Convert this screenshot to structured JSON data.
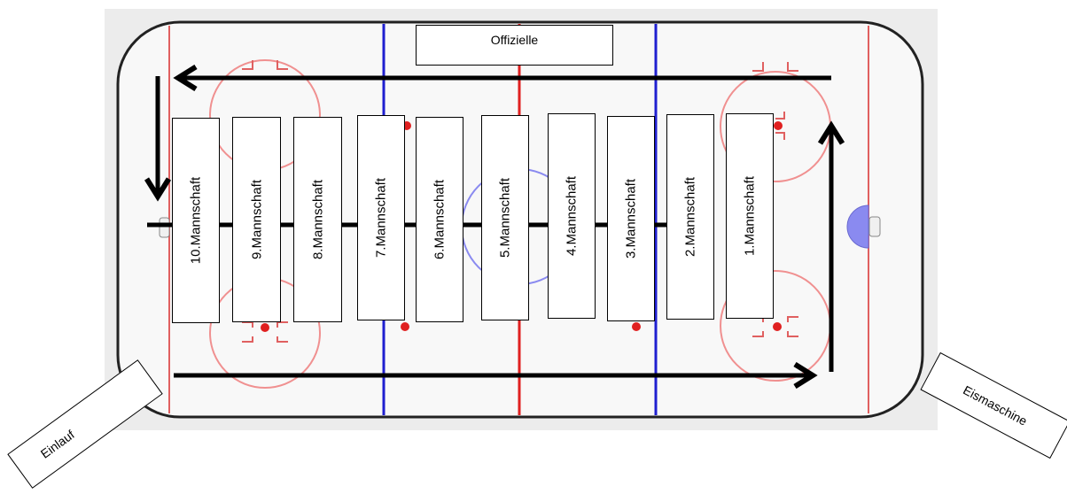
{
  "labels": {
    "officials": "Offizielle",
    "entrance": "Einlauf",
    "zamboni": "Eismaschine"
  },
  "teams": [
    "10.Mannschaft",
    "9.Mannschaft",
    "8.Mannschaft",
    "7.Mannschaft",
    "6.Mannschaft",
    "5.Mannschaft",
    "4.Mannschaft",
    "3.Mannschaft",
    "2.Mannschaft",
    "1.Mannschaft"
  ],
  "colors": {
    "blue_line": "#1f1fd0",
    "red_line": "#e02020",
    "circle": "#f09090",
    "ice": "#f7f7f7"
  }
}
